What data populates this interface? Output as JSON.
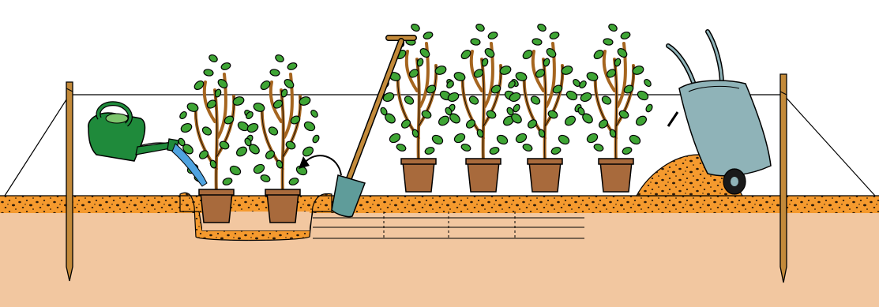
{
  "scene": {
    "colors": {
      "soil": "#f2c7a0",
      "topsoil": "#f59a2e",
      "speckle": "#2b1a0a",
      "pot": "#a86a3c",
      "leaf": "#3fa535",
      "stem": "#a5651f",
      "can": "#1f8a3b",
      "water": "#4fa3e0",
      "barrow": "#8fb3b8",
      "spade_blade": "#5f9c9a",
      "handle": "#c38a3a",
      "line": "#000000"
    },
    "elements": {
      "stakes": {
        "icon": "wooden-stake-icon",
        "count": 2
      },
      "string_line": {
        "icon": "string-line-icon"
      },
      "watering_can": {
        "icon": "watering-can-icon"
      },
      "spade": {
        "icon": "spade-icon"
      },
      "wheelbarrow": {
        "icon": "wheelbarrow-icon"
      },
      "compost_pile": {
        "icon": "compost-pile-icon"
      },
      "planting_trench": {
        "icon": "trench-icon"
      },
      "placement_arrow": {
        "icon": "curved-arrow-icon"
      },
      "planted_shrubs": {
        "icon": "potted-shrub-icon",
        "count": 2
      },
      "waiting_shrubs": {
        "icon": "potted-shrub-icon",
        "count": 4
      }
    }
  }
}
